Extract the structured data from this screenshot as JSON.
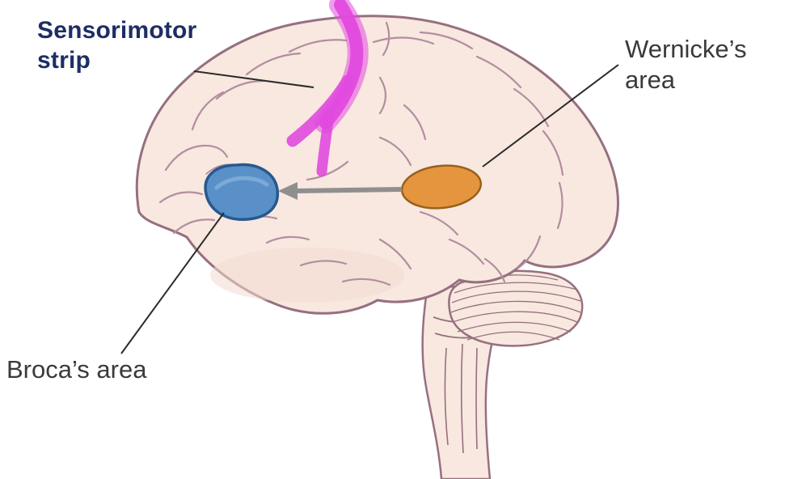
{
  "diagram": {
    "labels": {
      "sensorimotor": {
        "text": "Sensorimotor strip",
        "color": "#1d2e63"
      },
      "wernicke": {
        "text": "Wernicke’s area",
        "color": "#3a3a3a"
      },
      "broca": {
        "text": "Broca’s area",
        "color": "#3a3a3a"
      }
    },
    "regions": {
      "sensorimotor_strip": {
        "color": "#e14ade"
      },
      "broca": {
        "fill": "#5a90c8",
        "outline": "#27598e",
        "highlight": "#8ab4dd"
      },
      "wernicke": {
        "fill": "#e5953e",
        "outline": "#99601c"
      }
    },
    "arrow": {
      "color": "#8f8f8f"
    },
    "brain": {
      "fill": "#f8e8e0",
      "shade": "#f2dbd1",
      "outline": "#96707f",
      "sulci": "#b38da0",
      "pointer_line": "#2b2b2b",
      "background": "#ffffff"
    }
  }
}
